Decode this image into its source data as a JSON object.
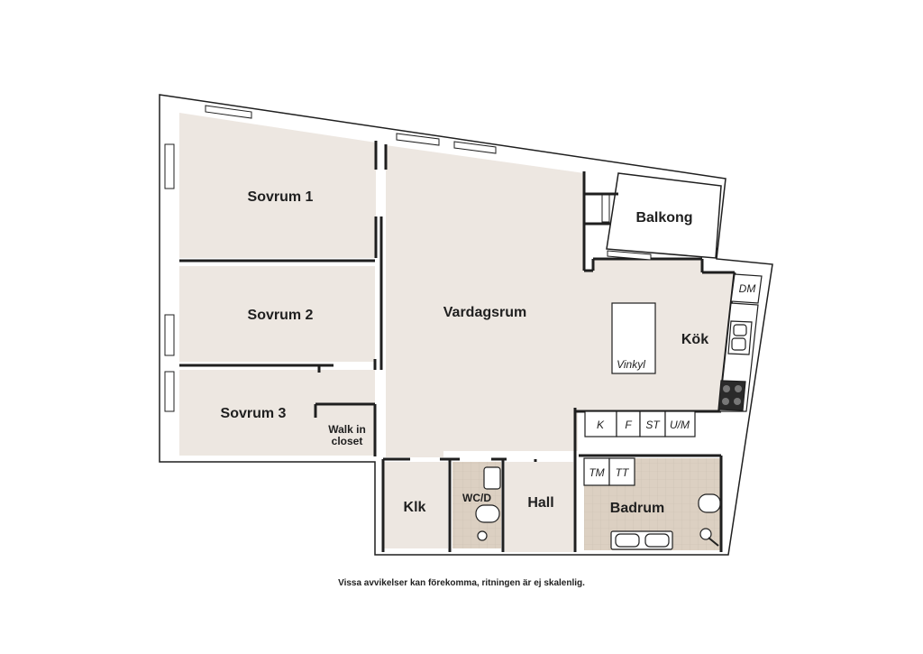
{
  "rooms": {
    "sovrum1": "Sovrum 1",
    "sovrum2": "Sovrum 2",
    "sovrum3": "Sovrum 3",
    "vardagsrum": "Vardagsrum",
    "balkong": "Balkong",
    "kok": "Kök",
    "klk": "Klk",
    "wcd": "WC/D",
    "hall": "Hall",
    "badrum": "Badrum",
    "walk_in_closet_line1": "Walk in",
    "walk_in_closet_line2": "closet"
  },
  "fixtures": {
    "dm": "DM",
    "vinkyl": "Vinkyl",
    "k": "K",
    "f": "F",
    "st": "ST",
    "um": "U/M",
    "tm": "TM",
    "tt": "TT"
  },
  "colors": {
    "floor": "#ede7e1",
    "wet_room": "#dcd0c2",
    "wall": "#1f1f1f"
  },
  "disclaimer": "Vissa avvikelser kan förekomma, ritningen är ej skalenlig."
}
